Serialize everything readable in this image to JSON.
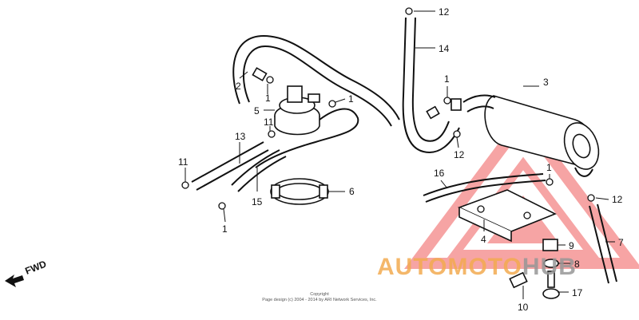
{
  "callouts": [
    {
      "id": "c12a",
      "text": "12"
    },
    {
      "id": "c14",
      "text": "14"
    },
    {
      "id": "c2",
      "text": "2"
    },
    {
      "id": "c1a",
      "text": "1"
    },
    {
      "id": "c1b",
      "text": "1"
    },
    {
      "id": "c5",
      "text": "5"
    },
    {
      "id": "c1c",
      "text": "1"
    },
    {
      "id": "c11a",
      "text": "11"
    },
    {
      "id": "c13",
      "text": "13"
    },
    {
      "id": "c11b",
      "text": "11"
    },
    {
      "id": "c15",
      "text": "15"
    },
    {
      "id": "c1d",
      "text": "1"
    },
    {
      "id": "c6",
      "text": "6"
    },
    {
      "id": "c3",
      "text": "3"
    },
    {
      "id": "c12b",
      "text": "12"
    },
    {
      "id": "c16",
      "text": "16"
    },
    {
      "id": "c1e",
      "text": "1"
    },
    {
      "id": "c12c",
      "text": "12"
    },
    {
      "id": "c4",
      "text": "4"
    },
    {
      "id": "c9",
      "text": "9"
    },
    {
      "id": "c7",
      "text": "7"
    },
    {
      "id": "c8",
      "text": "8"
    },
    {
      "id": "c17",
      "text": "17"
    },
    {
      "id": "c10",
      "text": "10"
    }
  ],
  "copyright": {
    "line1": "Copyright",
    "line2": "Page design (c) 2004 - 2014 by ARI Network Services, Inc."
  },
  "direction": {
    "label": "FWD"
  },
  "watermark": {
    "part1": "AUTOMOTO",
    "part2": "HUB",
    "color": "#f05a5a"
  }
}
